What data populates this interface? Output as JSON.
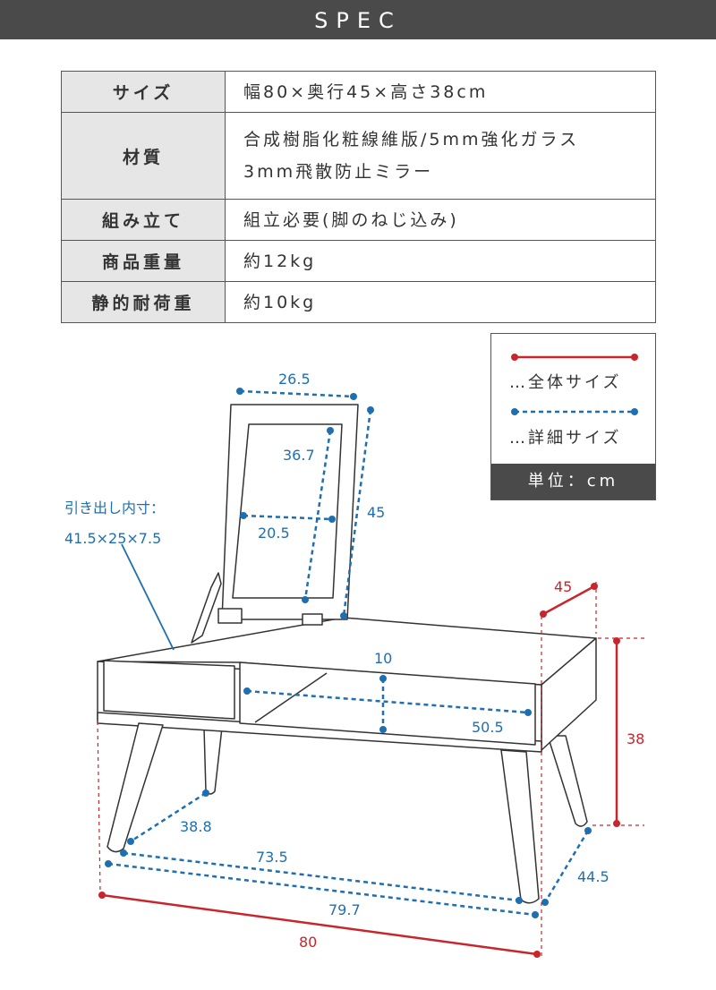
{
  "header": {
    "title": "SPEC"
  },
  "spec_table": {
    "rows": [
      {
        "key": "サイズ",
        "lines": [
          "幅80×奥行45×高さ38cm"
        ]
      },
      {
        "key": "材質",
        "lines": [
          "合成樹脂化粧線維版/5mm強化ガラス",
          "3mm飛散防止ミラー"
        ]
      },
      {
        "key": "組み立て",
        "lines": [
          "組立必要(脚のねじ込み)"
        ]
      },
      {
        "key": "商品重量",
        "lines": [
          "約12kg"
        ]
      },
      {
        "key": "静的耐荷重",
        "lines": [
          "約10kg"
        ]
      }
    ]
  },
  "legend": {
    "overall_label": "…全体サイズ",
    "detail_label": "…詳細サイズ",
    "unit_label": "単位：cm",
    "overall_color": "#c8262c",
    "detail_color": "#1f6fb0"
  },
  "diagram": {
    "drawer_label_line1": "引き出し内寸：",
    "drawer_label_line2": "41.5×25×7.5",
    "dims": {
      "mirror_width": "26.5",
      "mirror_inner_height": "36.7",
      "mirror_inner_width": "20.5",
      "lid_height": "45",
      "depth": "45",
      "height": "38",
      "shelf_height": "10",
      "shelf_width": "50.5",
      "leg_depth": "38.8",
      "leg_span_inner": "73.5",
      "leg_span_outer": "79.7",
      "leg_depth_right": "44.5",
      "overall_width": "80"
    }
  }
}
